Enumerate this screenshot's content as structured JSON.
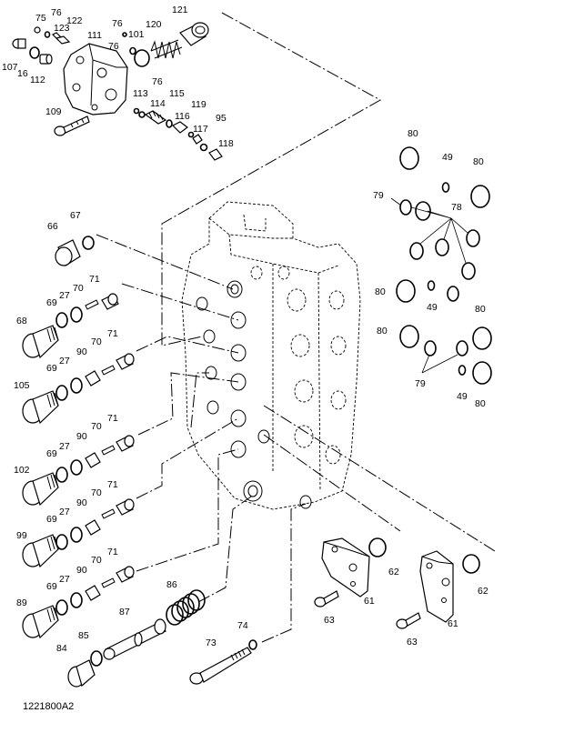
{
  "drawing_code": "1221800A2",
  "labels": [
    {
      "id": "l75",
      "text": "75"
    },
    {
      "id": "l76a",
      "text": "76"
    },
    {
      "id": "l122",
      "text": "122"
    },
    {
      "id": "l123",
      "text": "123"
    },
    {
      "id": "l76b",
      "text": "76"
    },
    {
      "id": "l120",
      "text": "120"
    },
    {
      "id": "l121",
      "text": "121"
    },
    {
      "id": "l101",
      "text": "101"
    },
    {
      "id": "l76c",
      "text": "76"
    },
    {
      "id": "l111",
      "text": "111"
    },
    {
      "id": "l107",
      "text": "107"
    },
    {
      "id": "l16",
      "text": "16"
    },
    {
      "id": "l112",
      "text": "112"
    },
    {
      "id": "l76d",
      "text": "76"
    },
    {
      "id": "l113",
      "text": "113"
    },
    {
      "id": "l114",
      "text": "114"
    },
    {
      "id": "l115",
      "text": "115"
    },
    {
      "id": "l119",
      "text": "119"
    },
    {
      "id": "l116",
      "text": "116"
    },
    {
      "id": "l95",
      "text": "95"
    },
    {
      "id": "l117",
      "text": "117"
    },
    {
      "id": "l109",
      "text": "109"
    },
    {
      "id": "l118",
      "text": "118"
    },
    {
      "id": "l80a",
      "text": "80"
    },
    {
      "id": "l49a",
      "text": "49"
    },
    {
      "id": "l80b",
      "text": "80"
    },
    {
      "id": "l79a",
      "text": "79"
    },
    {
      "id": "l78",
      "text": "78"
    },
    {
      "id": "l80c",
      "text": "80"
    },
    {
      "id": "l49b",
      "text": "49"
    },
    {
      "id": "l80d",
      "text": "80"
    },
    {
      "id": "l80e",
      "text": "80"
    },
    {
      "id": "l79b",
      "text": "79"
    },
    {
      "id": "l49c",
      "text": "49"
    },
    {
      "id": "l80f",
      "text": "80"
    },
    {
      "id": "l67",
      "text": "67"
    },
    {
      "id": "l66",
      "text": "66"
    },
    {
      "id": "l71a",
      "text": "71"
    },
    {
      "id": "l70a",
      "text": "70"
    },
    {
      "id": "l27a",
      "text": "27"
    },
    {
      "id": "l69a",
      "text": "69"
    },
    {
      "id": "l68",
      "text": "68"
    },
    {
      "id": "l71b",
      "text": "71"
    },
    {
      "id": "l70b",
      "text": "70"
    },
    {
      "id": "l90a",
      "text": "90"
    },
    {
      "id": "l27b",
      "text": "27"
    },
    {
      "id": "l69b",
      "text": "69"
    },
    {
      "id": "l105",
      "text": "105"
    },
    {
      "id": "l71c",
      "text": "71"
    },
    {
      "id": "l70c",
      "text": "70"
    },
    {
      "id": "l90b",
      "text": "90"
    },
    {
      "id": "l27c",
      "text": "27"
    },
    {
      "id": "l69c",
      "text": "69"
    },
    {
      "id": "l102",
      "text": "102"
    },
    {
      "id": "l71d",
      "text": "71"
    },
    {
      "id": "l70d",
      "text": "70"
    },
    {
      "id": "l90c",
      "text": "90"
    },
    {
      "id": "l27d",
      "text": "27"
    },
    {
      "id": "l69d",
      "text": "69"
    },
    {
      "id": "l99",
      "text": "99"
    },
    {
      "id": "l71e",
      "text": "71"
    },
    {
      "id": "l70e",
      "text": "70"
    },
    {
      "id": "l90d",
      "text": "90"
    },
    {
      "id": "l27e",
      "text": "27"
    },
    {
      "id": "l69e",
      "text": "69"
    },
    {
      "id": "l89",
      "text": "89"
    },
    {
      "id": "l86",
      "text": "86"
    },
    {
      "id": "l87",
      "text": "87"
    },
    {
      "id": "l85",
      "text": "85"
    },
    {
      "id": "l84",
      "text": "84"
    },
    {
      "id": "l74",
      "text": "74"
    },
    {
      "id": "l73",
      "text": "73"
    },
    {
      "id": "l62a",
      "text": "62"
    },
    {
      "id": "l61a",
      "text": "61"
    },
    {
      "id": "l63a",
      "text": "63"
    },
    {
      "id": "l62b",
      "text": "62"
    },
    {
      "id": "l61b",
      "text": "61"
    },
    {
      "id": "l63b",
      "text": "63"
    }
  ]
}
